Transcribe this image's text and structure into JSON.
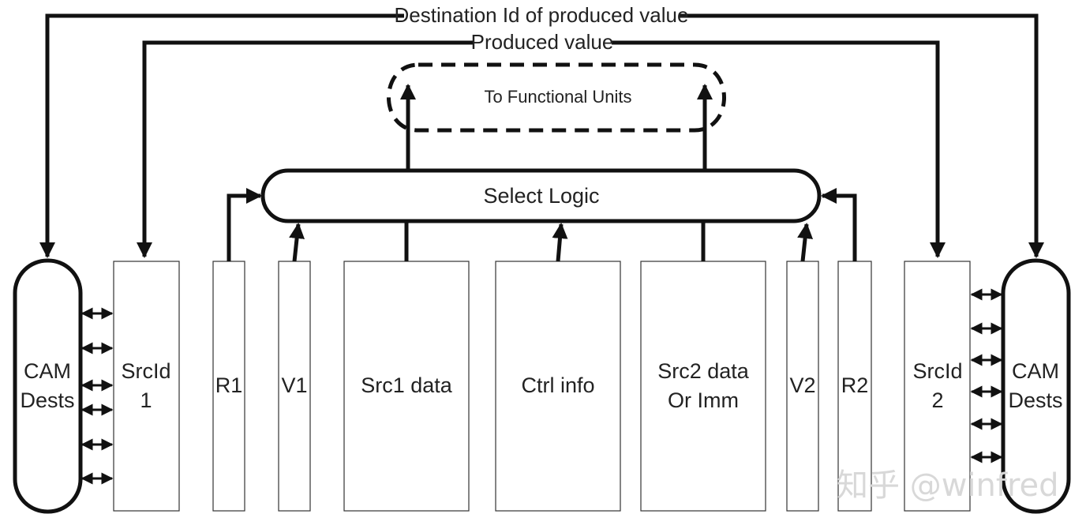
{
  "labels": {
    "dest_id": "Destination Id of produced value",
    "produced_value": "Produced value",
    "functional_units": "To Functional Units",
    "select_logic": "Select Logic",
    "cam_left": [
      "CAM",
      "Dests"
    ],
    "cam_right": [
      "CAM",
      "Dests"
    ],
    "srcid1": [
      "SrcId",
      "1"
    ],
    "r1": "R1",
    "v1": "V1",
    "src1_data": "Src1 data",
    "ctrl_info": "Ctrl info",
    "src2_data": [
      "Src2 data",
      "Or Imm"
    ],
    "v2": "V2",
    "r2": "R2",
    "srcid2": [
      "SrcId",
      "2"
    ]
  },
  "watermark": "知乎 @winfred",
  "colors": {
    "line": "#111111",
    "box_stroke": "#333333",
    "text": "#222222"
  }
}
